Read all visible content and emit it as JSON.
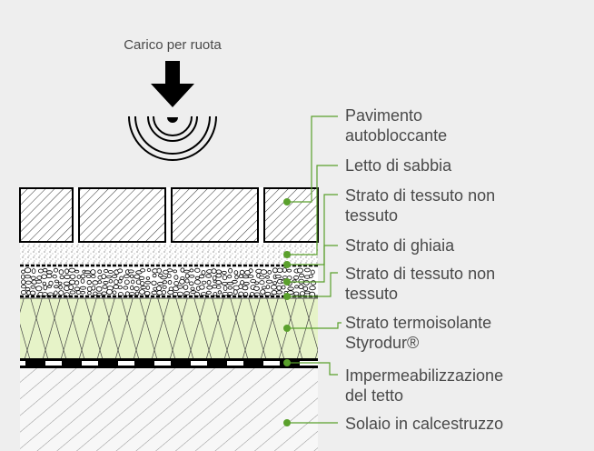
{
  "diagram": {
    "load_label": "Carico per ruota",
    "layers": [
      {
        "id": "pavers",
        "lines": [
          "Pavimento",
          "autobloccante"
        ]
      },
      {
        "id": "sand",
        "lines": [
          "Letto di sabbia"
        ]
      },
      {
        "id": "fabric1",
        "lines": [
          "Strato di tessuto non",
          "tessuto"
        ]
      },
      {
        "id": "gravel",
        "lines": [
          "Strato di ghiaia"
        ]
      },
      {
        "id": "fabric2",
        "lines": [
          "Strato di tessuto non",
          "tessuto"
        ]
      },
      {
        "id": "insulation",
        "lines": [
          "Strato termoisolante",
          "Styrodur®"
        ]
      },
      {
        "id": "waterproofing",
        "lines": [
          "Impermeabilizzazione",
          "del tetto"
        ]
      },
      {
        "id": "slab",
        "lines": [
          "Solaio in calcestruzzo"
        ]
      }
    ],
    "colors": {
      "background": "#eeeeee",
      "leader": "#5aa02c",
      "dot": "#5aa02c",
      "insulation": "#e6f3c8",
      "ink": "#000000",
      "text": "#4a4a4a"
    }
  }
}
